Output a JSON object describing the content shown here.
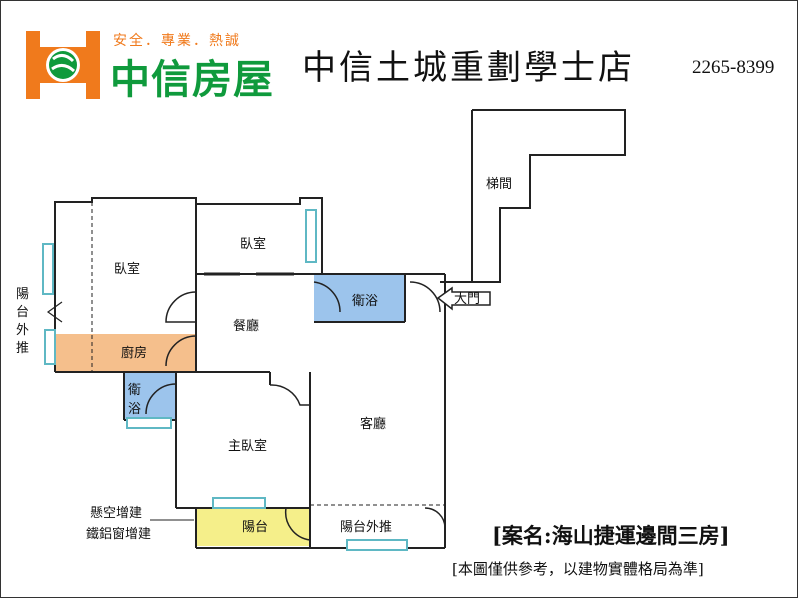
{
  "header": {
    "slogan": "安全．專業．熱誠",
    "brand": "中信房屋",
    "store": "中信土城重劃學士店",
    "phone": "2265-8399"
  },
  "rooms": {
    "bedroom_left": "臥室",
    "bedroom_top": "臥室",
    "stairwell": "梯間",
    "bathroom_top": "衛浴",
    "main_door": "大門",
    "dining": "餐廳",
    "kitchen": "廚房",
    "bathroom_left_1": "衛",
    "bathroom_left_2": "浴",
    "living": "客廳",
    "master_bedroom": "主臥室",
    "balcony": "陽台",
    "balcony_out": "陽台外推"
  },
  "notes": {
    "balcony_push_1": "陽",
    "balcony_push_2": "台",
    "balcony_push_3": "外",
    "balcony_push_4": "推",
    "cantilever": "懸空增建",
    "aluminum": "鐵鋁窗增建"
  },
  "footer": {
    "case_name": "[案名:海山捷運邊間三房]",
    "disclaimer": "[本圖僅供參考，以建物實體格局為準]"
  },
  "colors": {
    "brand_orange": "#f07a1c",
    "brand_green": "#0f9a3c",
    "kitchen": "#f5bf8c",
    "bathroom": "#9cc4ec",
    "balcony": "#f5ef8a",
    "window": "#5fb8c4"
  }
}
